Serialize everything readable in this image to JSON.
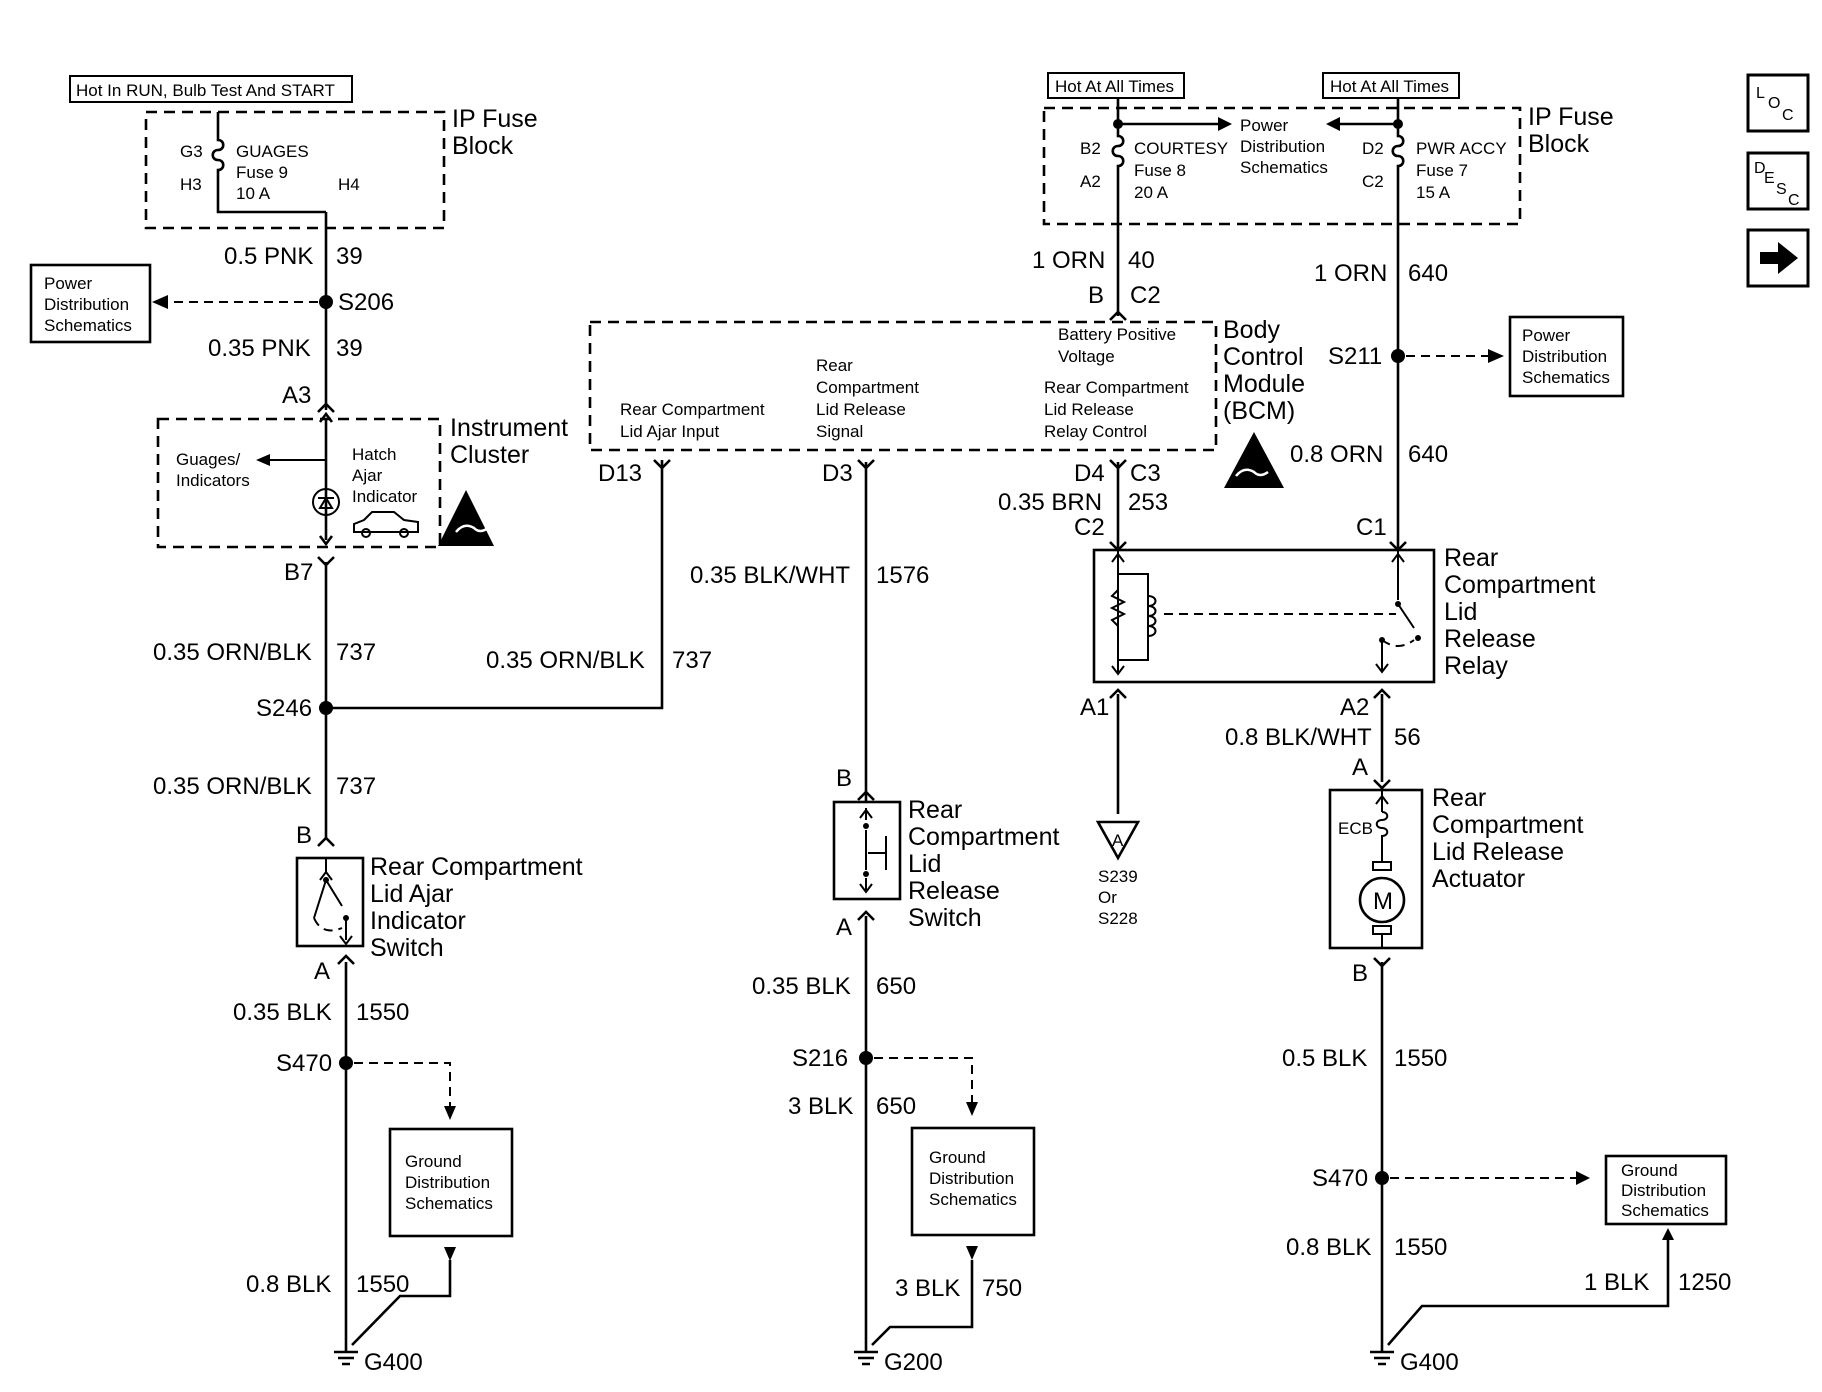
{
  "hot_labels": {
    "left": "Hot In RUN, Bulb Test And START",
    "courtesy": "Hot At All Times",
    "accy": "Hot At All Times"
  },
  "fuse_block": {
    "title_line1": "IP Fuse",
    "title_line2": "Block",
    "left": {
      "cav_in": "G3",
      "cav_out": "H3",
      "name": "GUAGES",
      "fuse": "Fuse 9",
      "rating": "10 A",
      "conn": "H4"
    },
    "courtesy": {
      "cav_in": "B2",
      "cav_out": "A2",
      "name": "COURTESY",
      "fuse": "Fuse 8",
      "rating": "20 A"
    },
    "accy": {
      "cav_in": "D2",
      "cav_out": "C2",
      "name": "PWR ACCY",
      "fuse": "Fuse 7",
      "rating": "15 A"
    },
    "pds_line1": "Power",
    "pds_line2": "Distribution",
    "pds_line3": "Schematics"
  },
  "ref_boxes": {
    "power_line1": "Power",
    "power_line2": "Distribution",
    "power_line3": "Schematics",
    "ground_line1": "Ground",
    "ground_line2": "Distribution",
    "ground_line3": "Schematics"
  },
  "wires": {
    "pnk_top": {
      "gauge": "0.5 PNK",
      "circuit": "39"
    },
    "pnk_bottom": {
      "gauge": "0.35 PNK",
      "circuit": "39"
    },
    "ornblk_1": {
      "gauge": "0.35 ORN/BLK",
      "circuit": "737"
    },
    "ornblk_2": {
      "gauge": "0.35 ORN/BLK",
      "circuit": "737"
    },
    "ornblk_3": {
      "gauge": "0.35 ORN/BLK",
      "circuit": "737"
    },
    "blk_1550_a": {
      "gauge": "0.35 BLK",
      "circuit": "1550"
    },
    "blk_1550_b": {
      "gauge": "0.8 BLK",
      "circuit": "1550"
    },
    "blkwht_1576": {
      "gauge": "0.35 BLK/WHT",
      "circuit": "1576"
    },
    "blk_650_a": {
      "gauge": "0.35 BLK",
      "circuit": "650"
    },
    "blk_650_b": {
      "gauge": "3 BLK",
      "circuit": "650"
    },
    "blk_750": {
      "gauge": "3 BLK",
      "circuit": "750"
    },
    "orn_40": {
      "gauge": "1 ORN",
      "circuit": "40"
    },
    "brn_253": {
      "gauge": "0.35 BRN",
      "circuit": "253"
    },
    "orn_640_a": {
      "gauge": "1 ORN",
      "circuit": "640"
    },
    "orn_640_b": {
      "gauge": "0.8 ORN",
      "circuit": "640"
    },
    "blkwht_56": {
      "gauge": "0.8 BLK/WHT",
      "circuit": "56"
    },
    "blk_1550_c": {
      "gauge": "0.5 BLK",
      "circuit": "1550"
    },
    "blk_1550_d": {
      "gauge": "0.8 BLK",
      "circuit": "1550"
    },
    "blk_1250": {
      "gauge": "1 BLK",
      "circuit": "1250"
    }
  },
  "splices": {
    "s206": "S206",
    "s246": "S246",
    "s470_left": "S470",
    "s216": "S216",
    "s211": "S211",
    "s470_right": "S470"
  },
  "grounds": {
    "g400_left": "G400",
    "g200": "G200",
    "g400_right": "G400"
  },
  "instrument_cluster": {
    "title_line1": "Instrument",
    "title_line2": "Cluster",
    "gauges_line1": "Guages/",
    "gauges_line2": "Indicators",
    "hatch_line1": "Hatch",
    "hatch_line2": "Ajar",
    "hatch_line3": "Indicator",
    "conn_in": "A3",
    "conn_out": "B7"
  },
  "bcm": {
    "title_line1": "Body",
    "title_line2": "Control",
    "title_line3": "Module",
    "title_line4": "(BCM)",
    "batt_line1": "Battery Positive",
    "batt_line2": "Voltage",
    "ajar_line1": "Rear Compartment",
    "ajar_line2": "Lid Ajar Input",
    "sig_line1": "Rear",
    "sig_line2": "Compartment",
    "sig_line3": "Lid Release",
    "sig_line4": "Signal",
    "relay_line1": "Rear Compartment",
    "relay_line2": "Lid Release",
    "relay_line3": "Relay Control",
    "pin_b": "B",
    "pin_c2": "C2",
    "pin_d13": "D13",
    "pin_d3": "D3",
    "pin_d4": "D4",
    "pin_c3": "C3"
  },
  "relay": {
    "line1": "Rear",
    "line2": "Compartment",
    "line3": "Lid",
    "line4": "Release",
    "line5": "Relay",
    "pin_c2": "C2",
    "pin_c1": "C1",
    "pin_a1": "A1",
    "pin_a2": "A2"
  },
  "ajar_switch": {
    "line1": "Rear Compartment",
    "line2": "Lid Ajar",
    "line3": "Indicator",
    "line4": "Switch",
    "pin_b": "B",
    "pin_a": "A"
  },
  "release_switch": {
    "line1": "Rear",
    "line2": "Compartment",
    "line3": "Lid",
    "line4": "Release",
    "line5": "Switch",
    "pin_b": "B",
    "pin_a": "A"
  },
  "actuator": {
    "line1": "Rear",
    "line2": "Compartment",
    "line3": "Lid Release",
    "line4": "Actuator",
    "ecb": "ECB",
    "motor": "M",
    "pin_a": "A",
    "pin_b": "B"
  },
  "offpage": {
    "letter": "A",
    "line1": "S239",
    "line2": "Or",
    "line3": "S228"
  },
  "nav": {
    "loc": [
      "L",
      "O",
      "C"
    ],
    "desc": [
      "D",
      "E",
      "S",
      "C"
    ]
  }
}
